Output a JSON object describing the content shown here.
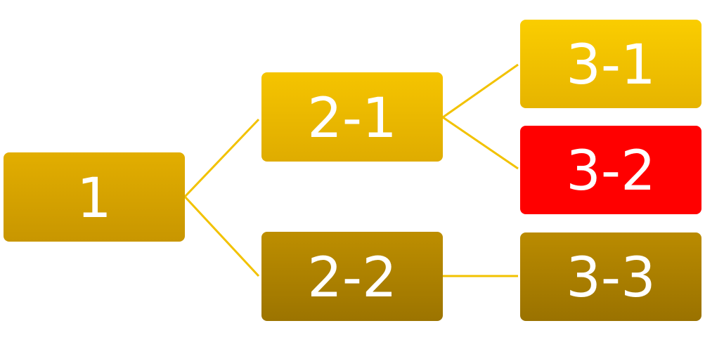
{
  "colors": {
    "connector": "#F2C200",
    "text": "#FFFFFF",
    "highlight": "#FF0000"
  },
  "nodes": {
    "n1": {
      "label": "1",
      "gradient": [
        "#E2AE00",
        "#C89600"
      ]
    },
    "n21": {
      "label": "2-1",
      "gradient": [
        "#F5C400",
        "#DFAC00"
      ]
    },
    "n22": {
      "label": "2-2",
      "gradient": [
        "#BD8E00",
        "#9C7400"
      ]
    },
    "n31": {
      "label": "3-1",
      "gradient": [
        "#FACD00",
        "#E6B400"
      ]
    },
    "n32": {
      "label": "3-2",
      "gradient": [
        "#FF0000",
        "#FF0000"
      ]
    },
    "n33": {
      "label": "3-3",
      "gradient": [
        "#BA8B00",
        "#9A7200"
      ]
    }
  },
  "edges": [
    {
      "from": "1",
      "to": "2-1"
    },
    {
      "from": "1",
      "to": "2-2"
    },
    {
      "from": "2-1",
      "to": "3-1"
    },
    {
      "from": "2-1",
      "to": "3-2"
    },
    {
      "from": "2-2",
      "to": "3-3"
    }
  ]
}
